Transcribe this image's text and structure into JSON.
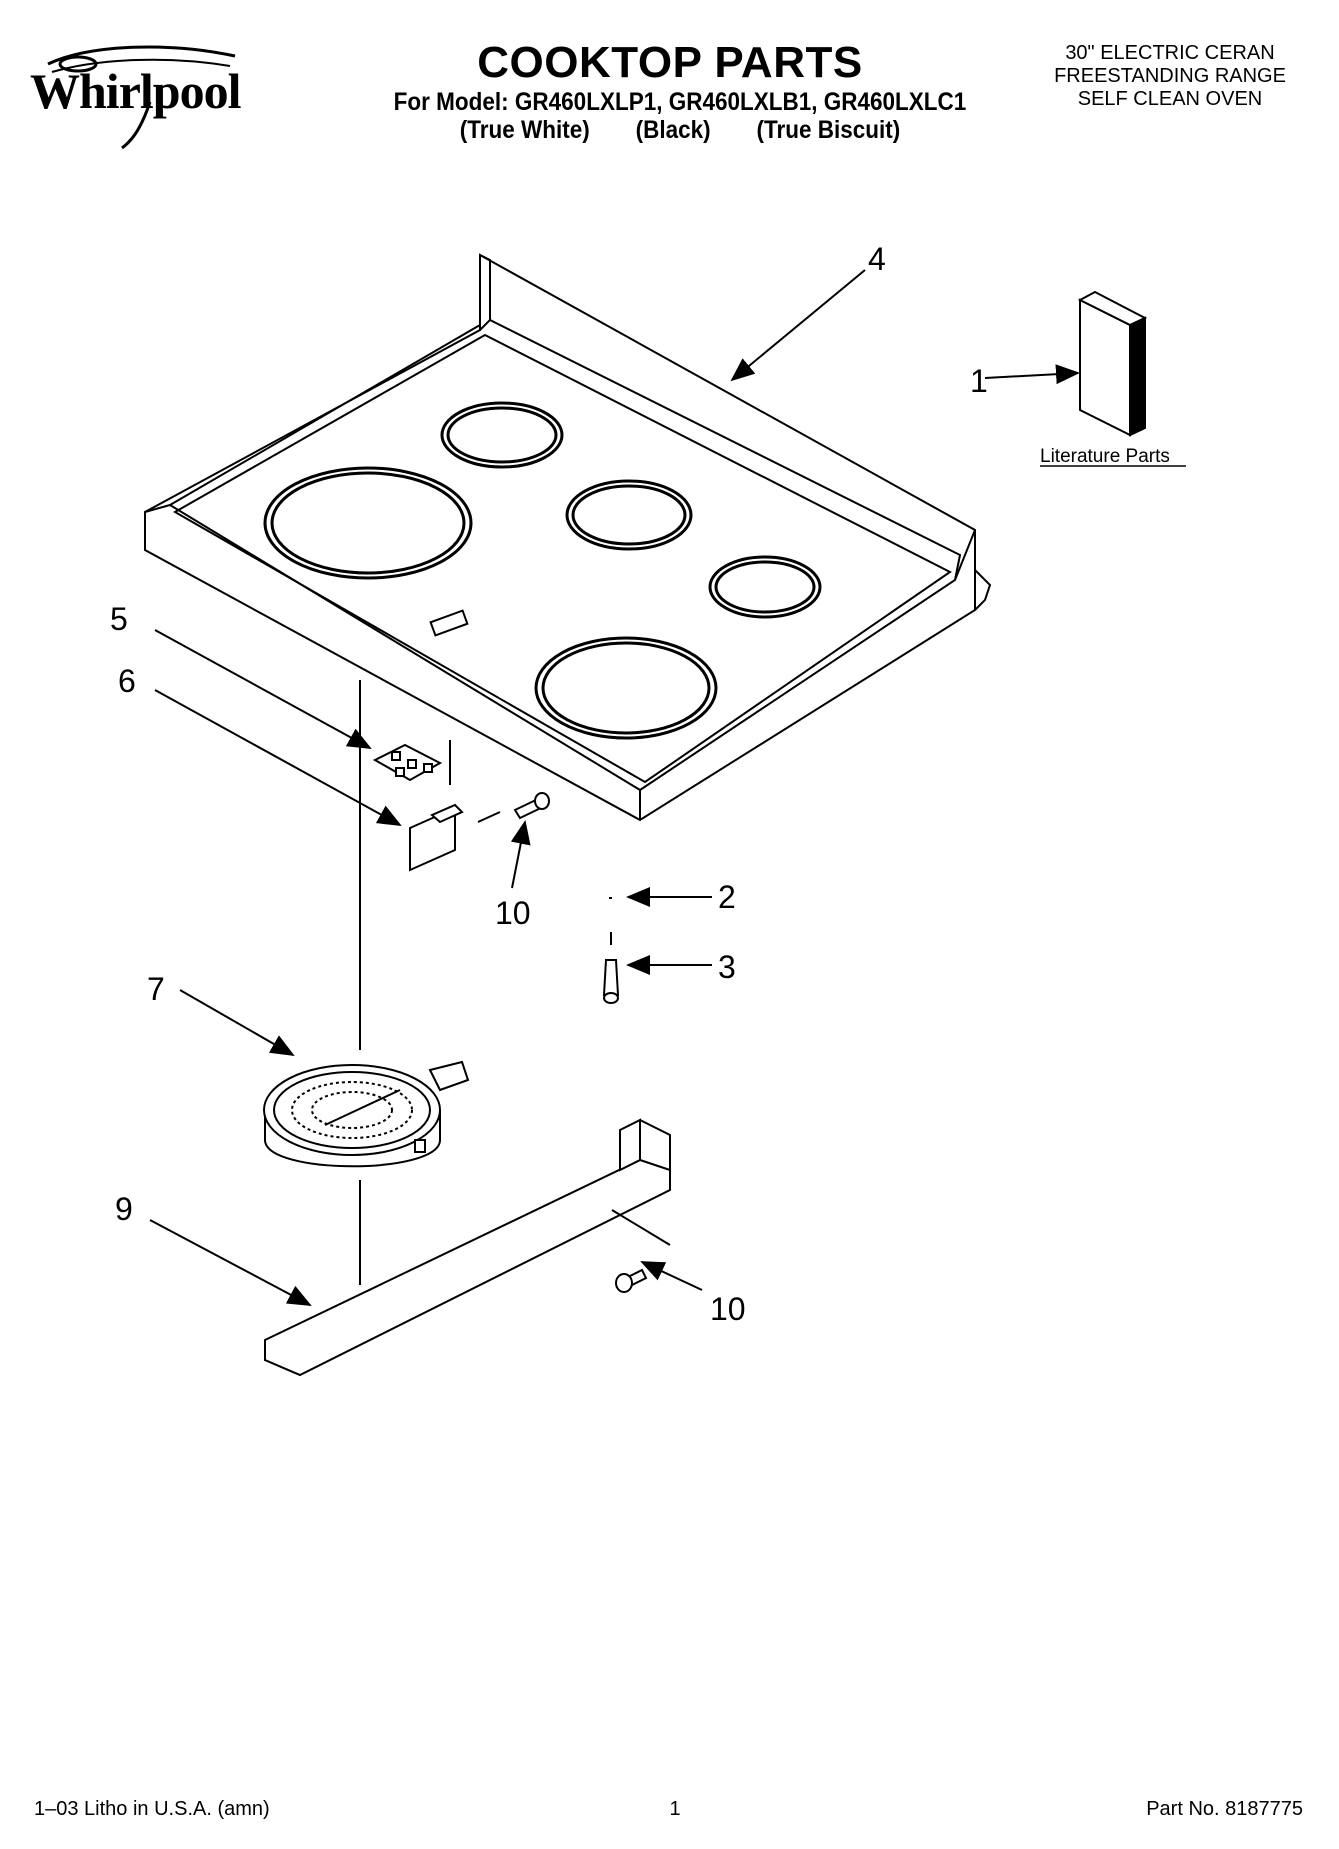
{
  "header": {
    "brand": "Whirlpool",
    "title": "COOKTOP PARTS",
    "models_line": "For Model: GR460LXLP1, GR460LXLB1, GR460LXLC1",
    "finishes": [
      "(True White)",
      "(Black)",
      "(True Biscuit)"
    ],
    "appliance_description": [
      "30\" ELECTRIC CERAN",
      "FREESTANDING RANGE",
      "SELF CLEAN OVEN"
    ]
  },
  "diagram": {
    "callouts": {
      "c1": "1",
      "c2": "2",
      "c3": "3",
      "c4": "4",
      "c5": "5",
      "c6": "6",
      "c7": "7",
      "c9": "9",
      "c10a": "10",
      "c10b": "10"
    },
    "literature_label": "Literature Parts"
  },
  "footer": {
    "litho": "1–03 Litho in U.S.A. (amn)",
    "page_number": "1",
    "part_number": "Part No. 8187775"
  }
}
